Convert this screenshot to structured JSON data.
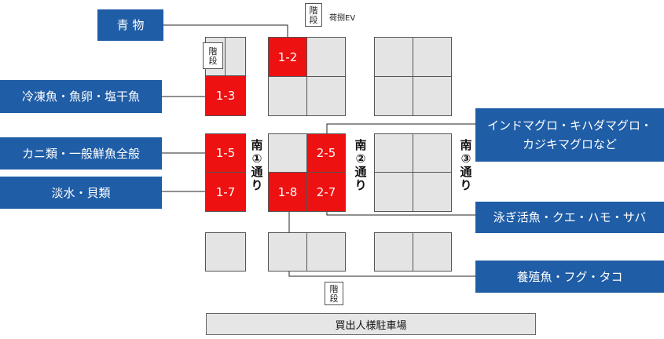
{
  "stalls": {
    "s1_2": "1-2",
    "s1_3": "1-3",
    "s1_5": "1-5",
    "s1_7": "1-7",
    "s2_5": "2-5",
    "s1_8": "1-8",
    "s2_7": "2-7"
  },
  "labels": {
    "vegetables": "青 物",
    "frozen_fish": "冷凍魚・魚卵・塩干魚",
    "crab": "カニ類・一般鮮魚全般",
    "freshwater": "淡水・貝類",
    "tuna_line1": "インドマグロ・キハダマグロ・",
    "tuna_line2": "カジキマグロなど",
    "live_fish": "泳ぎ活魚・クエ・ハモ・サバ",
    "farmed": "養殖魚・フグ・タコ"
  },
  "roads": {
    "road1": [
      "南",
      "①",
      "通",
      "り"
    ],
    "road2": [
      "南",
      "②",
      "通",
      "り"
    ],
    "road3": [
      "南",
      "③",
      "通",
      "り"
    ]
  },
  "stairs": [
    "階",
    "段"
  ],
  "elevator": "荷捌EV",
  "parking": "買出人様駐車場",
  "colors": {
    "highlight": "#ee1111",
    "label_bg": "#1f5da6",
    "cell_gray": "#e4e4e4"
  }
}
